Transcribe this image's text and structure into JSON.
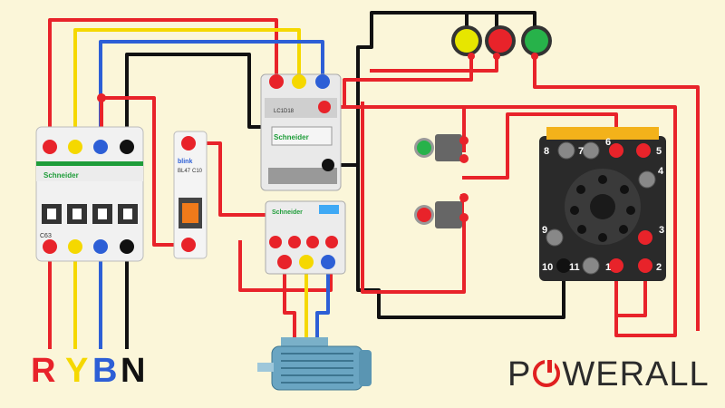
{
  "supply_labels": {
    "r": "R",
    "y": "Y",
    "b": "B",
    "n": "N"
  },
  "brand": {
    "part1": "P",
    "part2": "WERALL"
  },
  "breaker": {
    "brand": "Schneider",
    "code": "C63"
  },
  "mcb": {
    "brand": "blink",
    "model": "BL47",
    "rating": "C10"
  },
  "contactor": {
    "brand": "Schneider",
    "model": "LC1D18"
  },
  "overload": {
    "brand": "Schneider"
  },
  "relay_terminals": [
    "8",
    "7",
    "6",
    "5",
    "4",
    "9",
    "3",
    "10",
    "11",
    "1",
    "2"
  ],
  "colors": {
    "red": "#e8232a",
    "yellow": "#f5d800",
    "blue": "#2d5fd6",
    "black": "#111111",
    "pilot_red": "#e8232a",
    "pilot_green": "#27b24a",
    "pilot_yellow": "#e7e600"
  }
}
